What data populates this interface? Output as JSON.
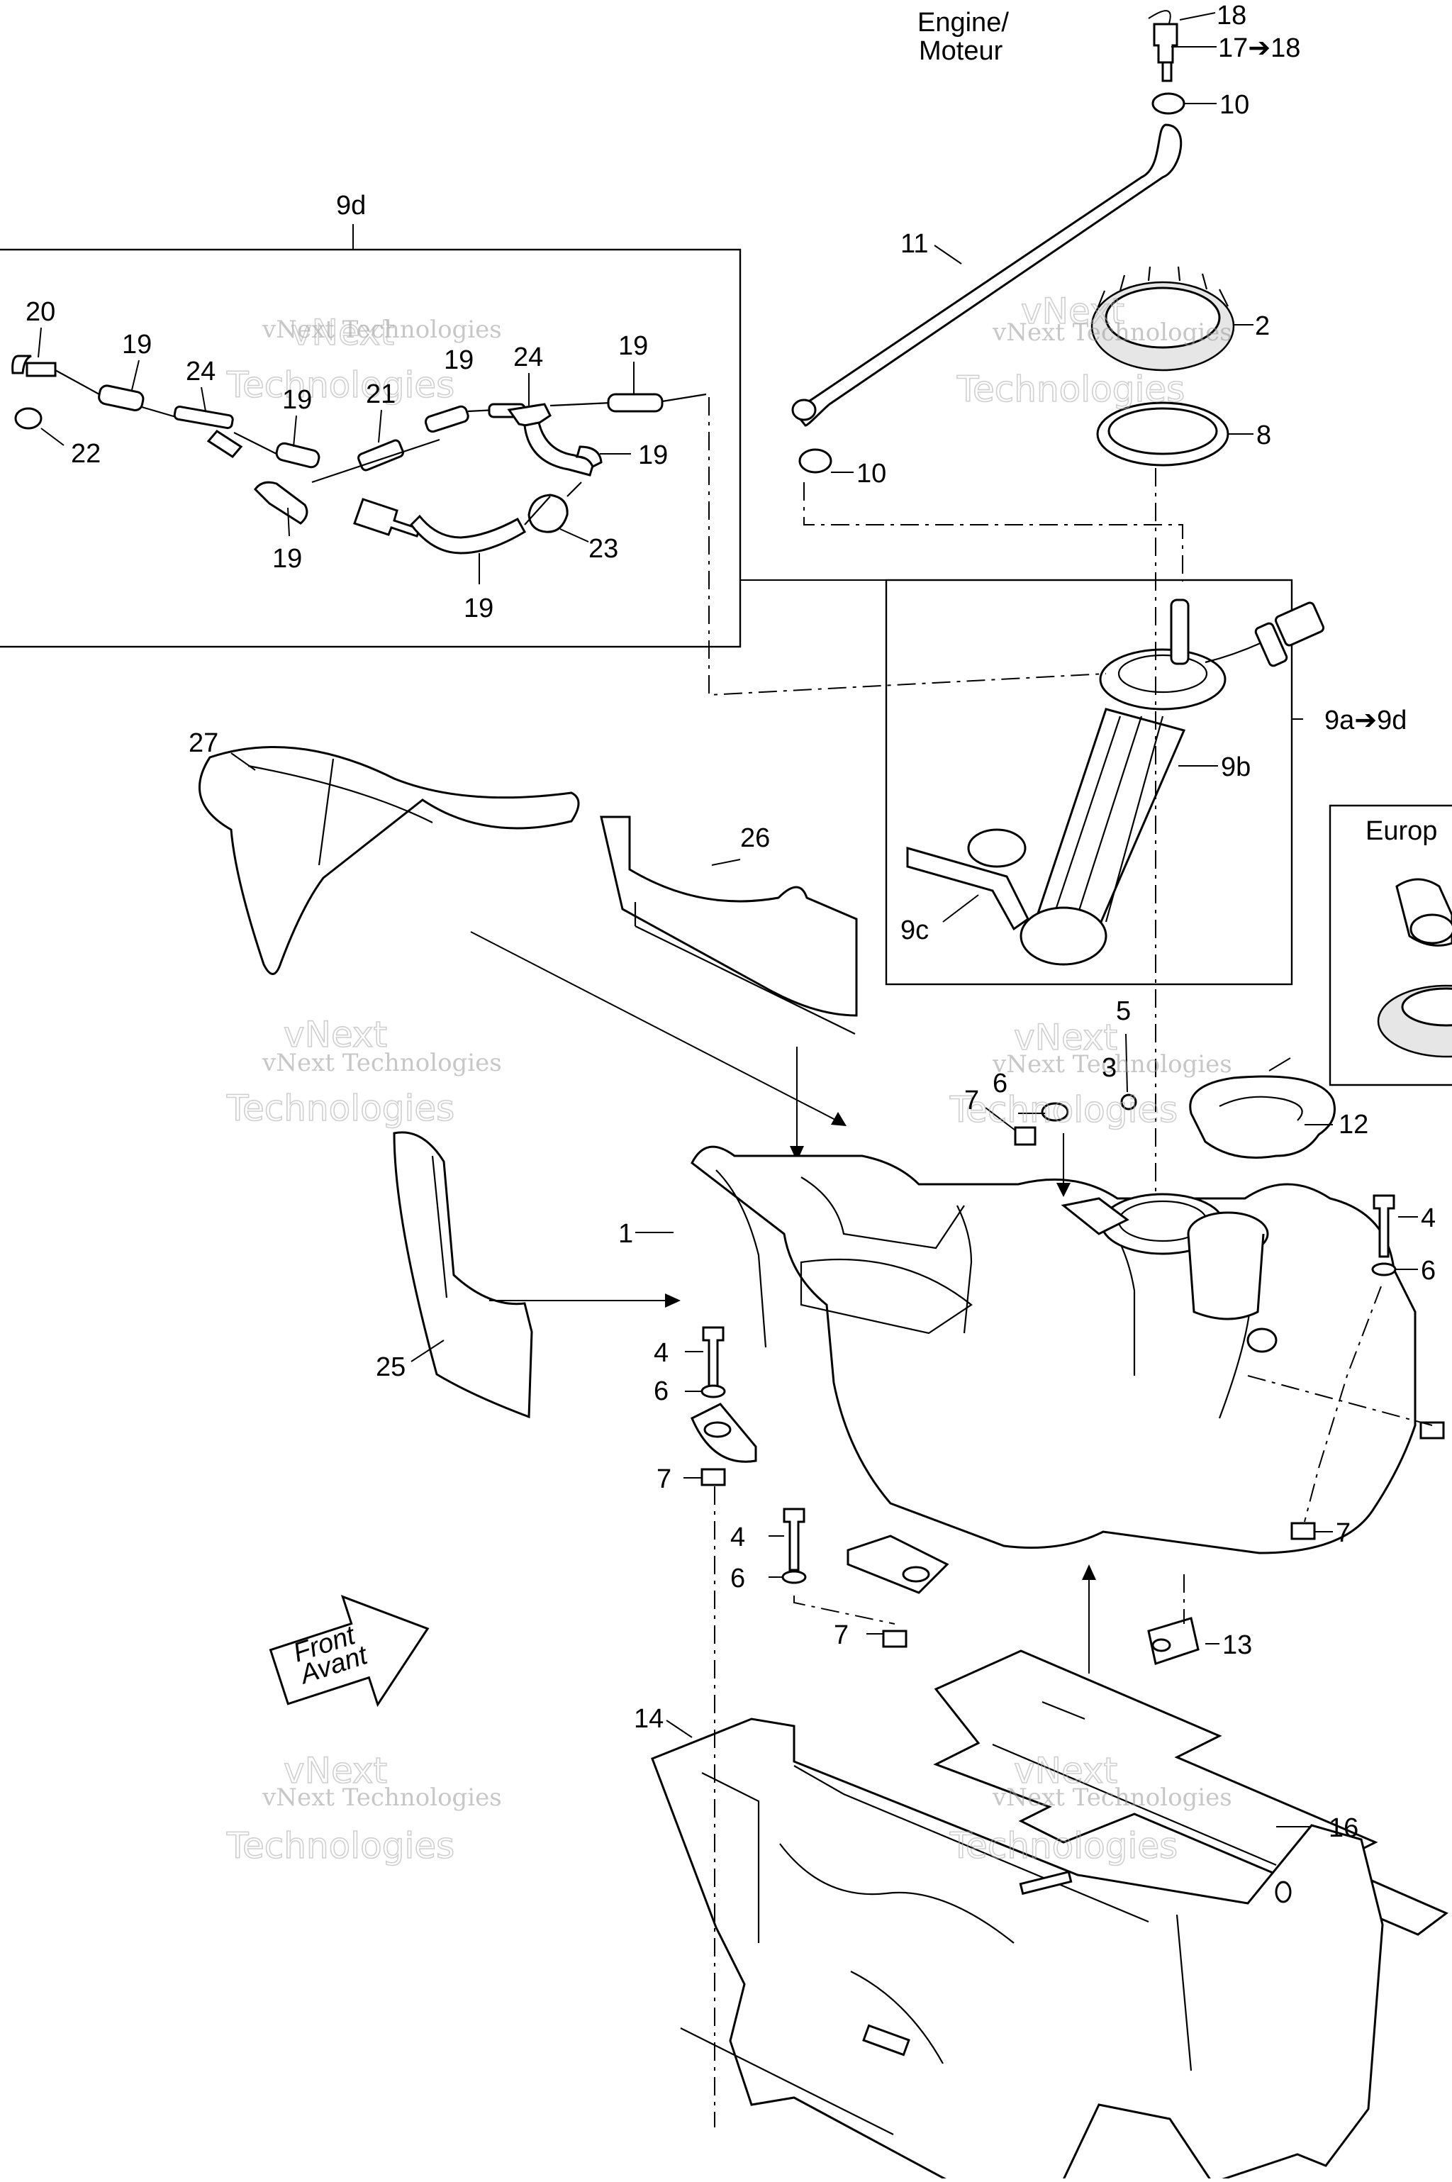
{
  "labels": {
    "engine": "Engine/",
    "moteur": "Moteur",
    "l18": "18",
    "l17to18": "17➔18",
    "l10a": "10",
    "l9d": "9d",
    "l11": "11",
    "l2": "2",
    "l8": "8",
    "l10b": "10",
    "l20": "20",
    "l19a": "19",
    "l24a": "24",
    "l19b": "19",
    "l21": "21",
    "l19c": "19",
    "l24b": "24",
    "l19d": "19",
    "l19e": "19",
    "l22": "22",
    "l19f": "19",
    "l23": "23",
    "l19g": "19",
    "l9a9d": "9a➔9d",
    "l9b": "9b",
    "l9c": "9c",
    "l27": "27",
    "l26": "26",
    "europe": "Europ",
    "l5": "5",
    "l3": "3",
    "l6a": "6",
    "l7a": "7",
    "l12": "12",
    "l1": "1",
    "l4a": "4",
    "l6b": "6",
    "l4b": "4",
    "l6c": "6",
    "l25": "25",
    "l7b": "7",
    "l7c": "7",
    "l4c": "4",
    "l6d": "6",
    "l7d": "7",
    "l13": "13",
    "l14": "14",
    "l16": "16",
    "front": "Front",
    "avant": "Avant"
  },
  "watermark": {
    "line1": "vNext Technologies",
    "line2": "vNext",
    "line3": "Technologies"
  },
  "colors": {
    "ink": "#000000",
    "paper": "#ffffff",
    "watermark": "#9a9a9a"
  }
}
